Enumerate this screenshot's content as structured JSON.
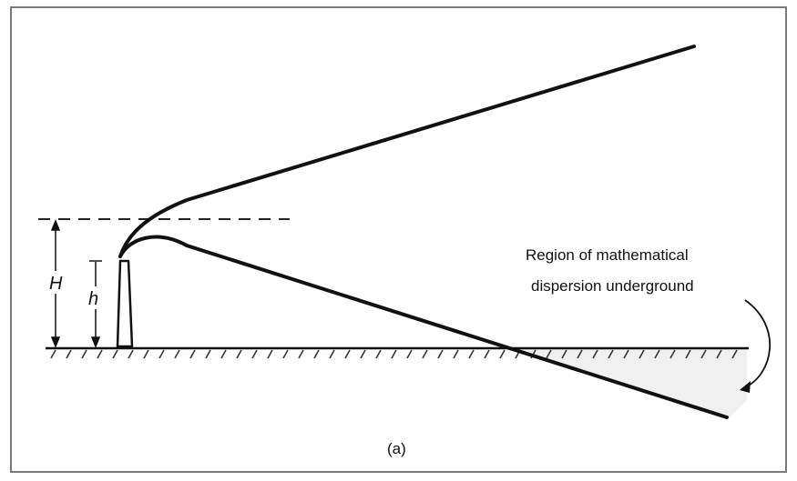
{
  "labels": {
    "effective_height": "H",
    "stack_height": "h",
    "annotation_line1": "Region of mathematical",
    "annotation_line2": "dispersion underground",
    "caption": "(a)"
  }
}
